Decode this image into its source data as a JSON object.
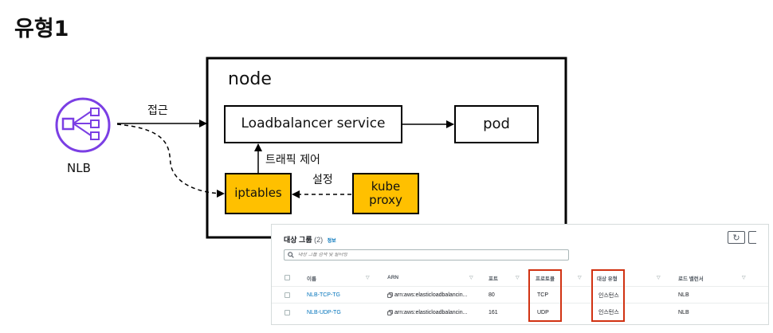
{
  "page_title": "유형1",
  "diagram": {
    "node_label": "node",
    "loadbalancer_service_label": "Loadbalancer service",
    "pod_label": "pod",
    "iptables_label": "iptables",
    "kube_proxy_label_line1": "kube",
    "kube_proxy_label_line2": "proxy",
    "nlb_label": "NLB",
    "access_edge_label": "접근",
    "traffic_control_edge_label": "트래픽 제어",
    "setting_edge_label": "설정",
    "colors": {
      "component_fill": "#ffc000",
      "nlb_icon": "#7b3fe4",
      "line": "#000000"
    },
    "icons": {
      "nlb": "network-load-balancer-icon"
    }
  },
  "console": {
    "title": "대상 그룹",
    "count": "(2)",
    "info_link": "정보",
    "search_placeholder": "대상 그룹 검색 및 필터링",
    "columns": [
      "이름",
      "ARN",
      "포트",
      "프로토콜",
      "대상 유형",
      "로드 밸런서"
    ],
    "rows": [
      {
        "name": "NLB-TCP-TG",
        "arn": "arn:aws:elasticloadbalancin...",
        "port": "80",
        "protocol": "TCP",
        "target_type": "인스턴스",
        "load_balancer": "NLB"
      },
      {
        "name": "NLB-UDP-TG",
        "arn": "arn:aws:elasticloadbalancin...",
        "port": "161",
        "protocol": "UDP",
        "target_type": "인스턴스",
        "load_balancer": "NLB"
      }
    ],
    "colors": {
      "link": "#0073bb",
      "highlight": "#d13212"
    },
    "icons": {
      "refresh": "refresh-icon",
      "search": "search-icon",
      "copy": "copy-icon"
    }
  }
}
